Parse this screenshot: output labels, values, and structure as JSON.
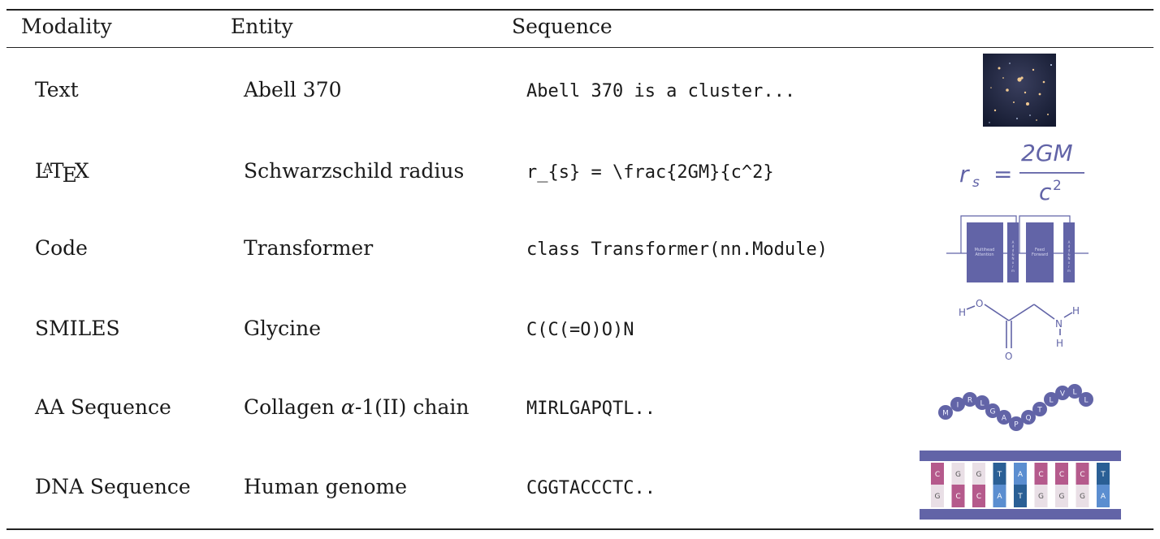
{
  "table": {
    "headers": {
      "modality": "Modality",
      "entity": "Entity",
      "sequence": "Sequence"
    },
    "rows": [
      {
        "modality": "Text",
        "entity": "Abell 370",
        "sequence": "Abell 370 is a cluster...",
        "image": "galaxy-cluster-photo"
      },
      {
        "modality": "LaTeX",
        "entity": "Schwarzschild radius",
        "sequence": "r_{s} = \\frac{2GM}{c^2}",
        "image": "rendered-equation",
        "equation": {
          "lhs": "r",
          "lhs_sub": "s",
          "equals": "=",
          "numerator": "2GM",
          "denominator": "c",
          "denominator_sup": "2"
        }
      },
      {
        "modality": "Code",
        "entity": "Transformer",
        "sequence": "class Transformer(nn.Module)",
        "image": "transformer-block-diagram",
        "diagram_labels": {
          "block1": [
            "Multihead",
            "Attention"
          ],
          "block2": [
            "Feed",
            "Forward"
          ],
          "norm": [
            "A",
            "d",
            "d",
            "&",
            "N",
            "o",
            "r",
            "m"
          ]
        }
      },
      {
        "modality": "SMILES",
        "entity": "Glycine",
        "sequence": "C(C(=O)O)N",
        "image": "glycine-structure",
        "atoms": {
          "h1": "H",
          "o1": "O",
          "o2": "O",
          "n": "N",
          "h2": "H",
          "h3": "H"
        }
      },
      {
        "modality": "AA Sequence",
        "entity": "Collagen α-1(II) chain",
        "sequence": "MIRLGAPQTL..",
        "image": "amino-acid-chain",
        "residues": [
          "M",
          "I",
          "R",
          "L",
          "G",
          "A",
          "P",
          "Q",
          "T",
          "L",
          "V",
          "L",
          "L"
        ]
      },
      {
        "modality": "DNA Sequence",
        "entity": "Human genome",
        "sequence": "CGGTACCCTC..",
        "image": "dna-ladder",
        "top_strand": [
          "C",
          "G",
          "G",
          "T",
          "A",
          "C",
          "C",
          "C",
          "T"
        ],
        "bottom_strand": [
          "G",
          "C",
          "C",
          "A",
          "T",
          "G",
          "G",
          "G",
          "A"
        ]
      }
    ]
  },
  "colors": {
    "accent": "#6264a7",
    "rule": "#222222",
    "dna_c": "#b55a8c",
    "dna_g": "#e9dfe6",
    "dna_t": "#2a5f95",
    "dna_a": "#5b8ed0"
  }
}
